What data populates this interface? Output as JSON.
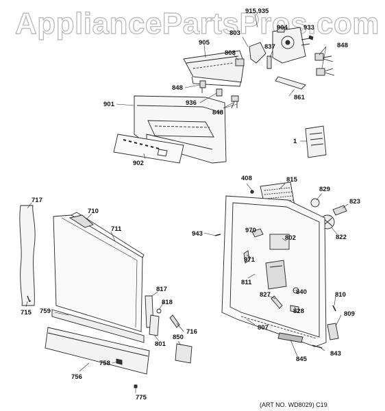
{
  "watermark": "AppliancePartsPros.com",
  "art_number": "(ART NO. WD8029) C19",
  "labels": {
    "l915_935": "915,935",
    "l803": "803",
    "l904": "904",
    "l933": "933",
    "l905": "905",
    "l808": "808",
    "l837": "837",
    "l848a": "848",
    "l848b": "848",
    "l848c": "848",
    "l936": "936",
    "l861": "861",
    "l901": "901",
    "l1": "1",
    "l902": "902",
    "l408": "408",
    "l815": "815",
    "l829": "829",
    "l823": "823",
    "l717": "717",
    "l710": "710",
    "l711": "711",
    "l943": "943",
    "l970": "970",
    "l802": "802",
    "l822": "822",
    "l971": "971",
    "l811": "811",
    "l840": "840",
    "l817": "817",
    "l827": "827",
    "l810": "810",
    "l818": "818",
    "l715": "715",
    "l759": "759",
    "l828": "828",
    "l809": "809",
    "l716": "716",
    "l807": "807",
    "l850": "850",
    "l801": "801",
    "l843": "843",
    "l845": "845",
    "l758": "758",
    "l756": "756",
    "l775": "775"
  }
}
